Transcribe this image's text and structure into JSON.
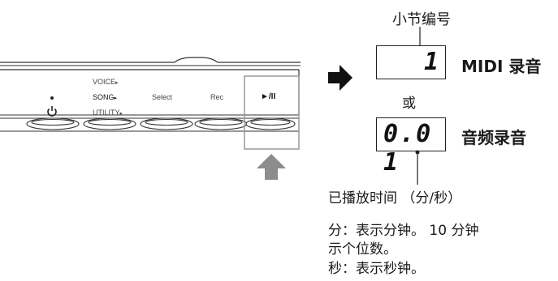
{
  "panel": {
    "menu_voice": "VOICE",
    "menu_song": "SONG",
    "menu_utility": "UTILITY",
    "select_label": "Select",
    "rec_label": "Rec",
    "play_pause_label": "►/II"
  },
  "callouts": {
    "measure_number": "小节编号",
    "midi_record": "MIDI 录音",
    "or": "或",
    "audio_record": "音频录音",
    "elapsed_time": "已播放时间 （分/秒）"
  },
  "displays": {
    "midi_value": "1",
    "audio_value": "0.0 1"
  },
  "notes": {
    "line1": "分：表示分钟。 10 分钟",
    "line2": "示个位数。",
    "line3": "秒：表示秒钟。"
  },
  "colors": {
    "panel_stroke": "#333333",
    "highlight_box": "#9a9a9a",
    "arrow_gray": "#8c8c8c",
    "arrow_black": "#111111"
  }
}
